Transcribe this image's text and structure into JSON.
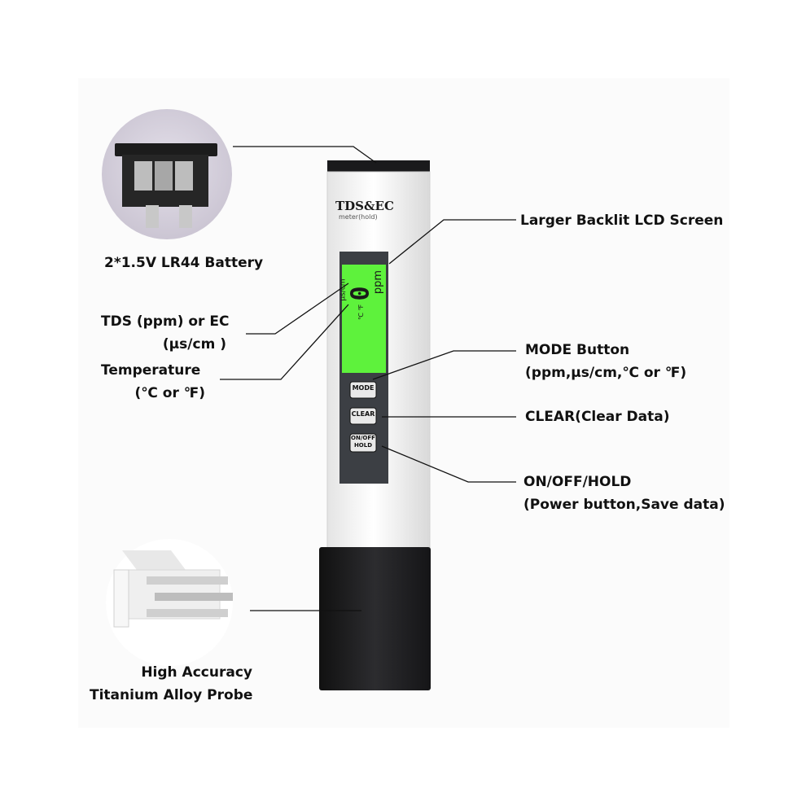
{
  "colors": {
    "meter_body": "#f2f2f2",
    "cap_black": "#1f1f21",
    "lcd_green": "#5ef23c",
    "panel_dark": "#3c3f44",
    "leader_line": "#111111"
  },
  "device": {
    "brand": "TDS&EC",
    "subtitle": "meter(hold)",
    "lcd_reading": "0",
    "lcd_units": "ppm",
    "lcd_small_units": "μs/cm",
    "lcd_temp_units": "℃ ℉",
    "buttons": {
      "mode": "MODE",
      "clear": "CLEAR",
      "onoff_line1": "ON/OFF",
      "onoff_line2": "HOLD"
    }
  },
  "callouts": {
    "battery": "2*1.5V LR44 Battery",
    "lcd": "Larger Backlit LCD Screen",
    "tds_line1": "TDS (ppm) or EC",
    "tds_line2": "(μs/cm )",
    "temp_line1": "Temperature",
    "temp_line2": "(℃ or ℉)",
    "mode_line1": "MODE Button",
    "mode_line2": "(ppm,μs/cm,℃ or ℉)",
    "clear": "CLEAR(Clear Data)",
    "onoff_line1": "ON/OFF/HOLD",
    "onoff_line2": "(Power button,Save data)",
    "probe_line1": "High Accuracy",
    "probe_line2": "Titanium Alloy Probe"
  },
  "icons": [
    "battery-compartment-icon",
    "probe-icon"
  ]
}
